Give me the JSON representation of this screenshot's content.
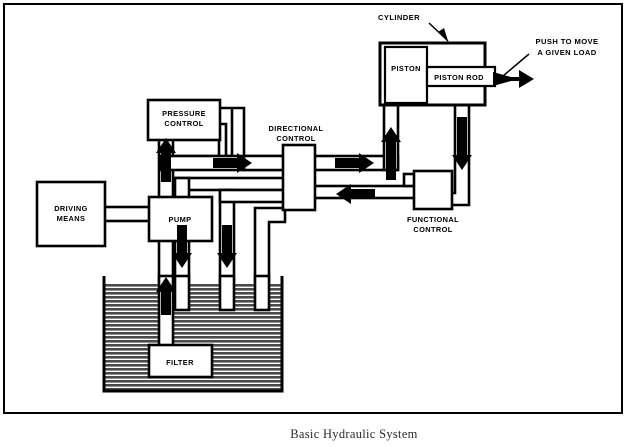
{
  "figure": {
    "caption": "Basic Hydraulic System",
    "border_color": "#000000",
    "ink_color": "#000000",
    "background": "#ffffff",
    "fluid_color": "#4a4a4a"
  },
  "components": {
    "driving_means": {
      "label_line1": "DRIVING",
      "label_line2": "MEANS"
    },
    "pump": {
      "label": "PUMP"
    },
    "filter": {
      "label": "FILTER"
    },
    "pressure_control": {
      "label_line1": "PRESSURE",
      "label_line2": "CONTROL"
    },
    "directional_control": {
      "label_line1": "DIRECTIONAL",
      "label_line2": "CONTROL"
    },
    "functional_control": {
      "label_line1": "FUNCTIONAL",
      "label_line2": "CONTROL"
    },
    "piston": {
      "label": "PISTON"
    },
    "piston_rod": {
      "label": "PISTON  ROD"
    }
  },
  "annotations": {
    "cylinder": {
      "label": "CYLINDER"
    },
    "load": {
      "label_line1": "PUSH  TO  MOVE",
      "label_line2": "A  GIVEN  LOAD"
    }
  },
  "flow_arrows": [
    {
      "name": "pump-discharge-up",
      "direction": "up"
    },
    {
      "name": "pressure-line-right",
      "direction": "right"
    },
    {
      "name": "directional-to-cylinder-right",
      "direction": "right"
    },
    {
      "name": "cylinder-return-left",
      "direction": "left"
    },
    {
      "name": "cylinder-feed-up",
      "direction": "up"
    },
    {
      "name": "cylinder-drain-down",
      "direction": "down"
    },
    {
      "name": "return-to-tank-down-1",
      "direction": "down"
    },
    {
      "name": "return-to-tank-down-2",
      "direction": "down"
    },
    {
      "name": "suction-up",
      "direction": "up"
    },
    {
      "name": "load-push-right",
      "direction": "right"
    }
  ]
}
